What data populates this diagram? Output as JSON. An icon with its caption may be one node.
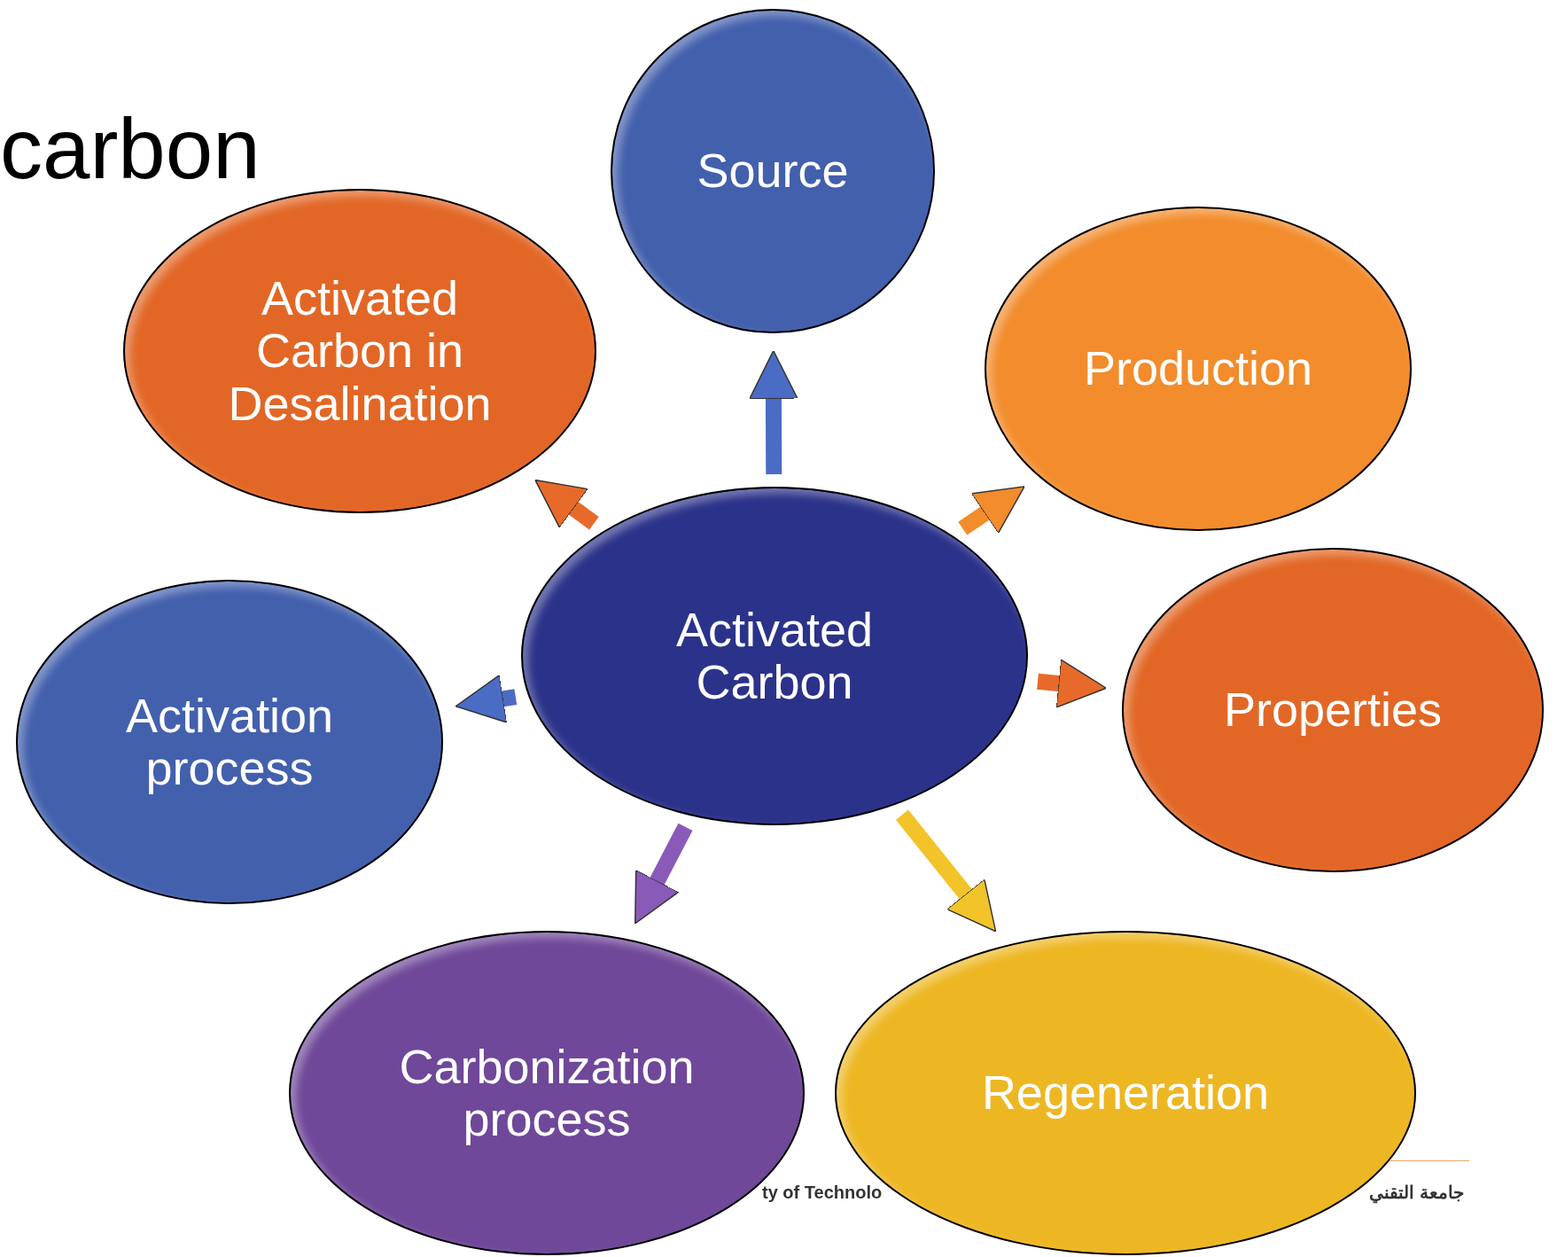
{
  "diagram": {
    "title": "carbon",
    "nodes": [
      {
        "text": [
          "Activated Carbon"
        ]
      },
      {
        "text": [
          "Source"
        ]
      },
      {
        "text": [
          "Production"
        ]
      },
      {
        "text": [
          "Properties"
        ]
      },
      {
        "text": [
          "Regeneration"
        ]
      },
      {
        "text": [
          "Carbonization process"
        ]
      },
      {
        "text": [
          "Activation process"
        ]
      },
      {
        "text": [
          "Activated Carbon in Desalination"
        ]
      }
    ],
    "edges": [
      {
        "from": 0,
        "to": 1,
        "arrow": "to",
        "color": "#4a6cc4"
      },
      {
        "from": 0,
        "to": 2,
        "arrow": "to",
        "color": "#f28c2c"
      },
      {
        "from": 0,
        "to": 3,
        "arrow": "to",
        "color": "#e86a2a"
      },
      {
        "from": 0,
        "to": 4,
        "arrow": "to",
        "color": "#f2c42a"
      },
      {
        "from": 0,
        "to": 5,
        "arrow": "to",
        "color": "#8a5ab8"
      },
      {
        "from": 0,
        "to": 6,
        "arrow": "to",
        "color": "#4a6cc4"
      },
      {
        "from": 0,
        "to": 7,
        "arrow": "to",
        "color": "#e86a2a"
      }
    ],
    "labels": [
      "ty of Technolo",
      "جامعة التقني"
    ]
  }
}
